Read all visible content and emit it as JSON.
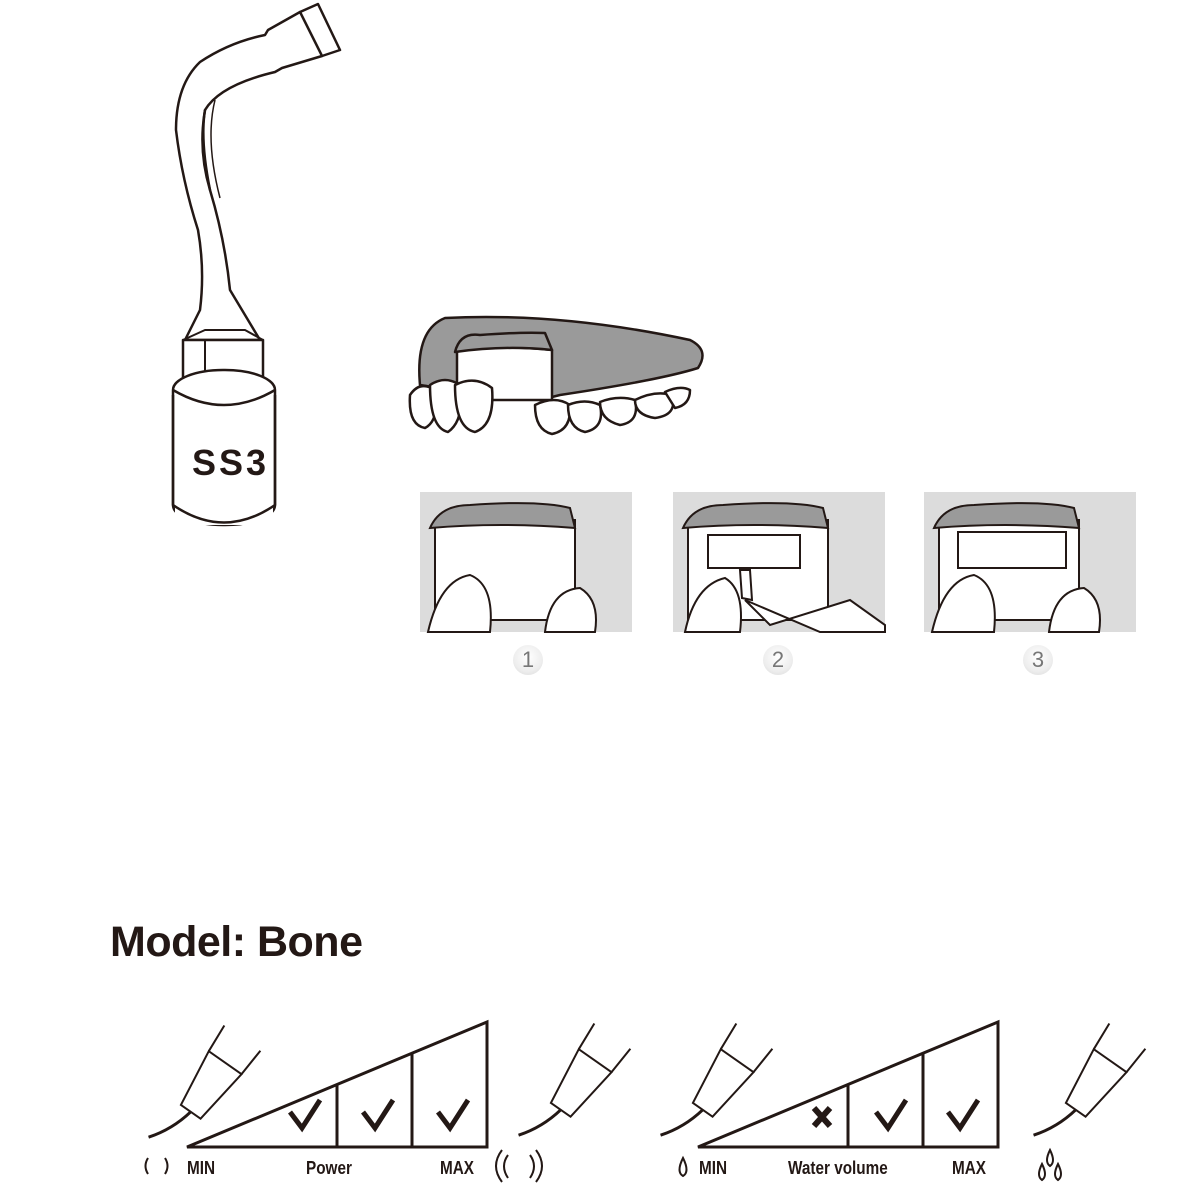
{
  "tip": {
    "code": "SS3"
  },
  "steps": [
    "1",
    "2",
    "3"
  ],
  "title": "Model: Bone",
  "power_scale": {
    "min_label": "MIN",
    "label": "Power",
    "max_label": "MAX",
    "levels": [
      "check",
      "check",
      "check"
    ]
  },
  "water_scale": {
    "min_label": "MIN",
    "label": "Water volume",
    "max_label": "MAX",
    "levels": [
      "cross",
      "check",
      "check"
    ]
  },
  "colors": {
    "ink": "#231815",
    "gum": "#9a9a9a",
    "panel": "#dcdcdc"
  }
}
